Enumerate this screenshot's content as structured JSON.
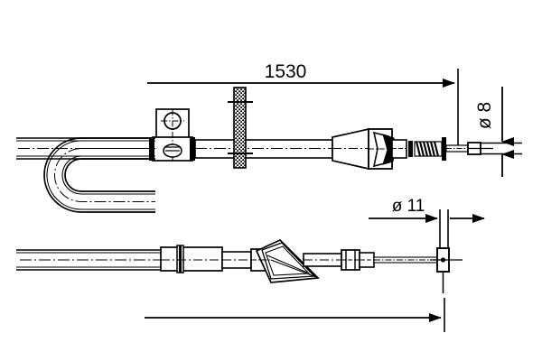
{
  "drawing": {
    "type": "technical-line-drawing",
    "subject": "handbrake-cable-assembly",
    "background_color": "#ffffff",
    "line_color": "#000000",
    "dimensions": {
      "length_label": "1530",
      "diameter_top_label": "ø 8",
      "diameter_bottom_label": "ø 11"
    },
    "views": {
      "top_view_name": "upper-cable-assembly",
      "bottom_view_name": "lower-cable-assembly"
    },
    "components": {
      "bracket": "mounting-bracket-with-eyelet",
      "hatched_plate": "grommet-retainer-plate",
      "cone": "tapered-sleeve",
      "clevis": "fork-end-fitting",
      "spring": "coil-spring-section",
      "end_block": "end-stop-block",
      "wedge": "triangular-lever-bracket",
      "ferrule": "cable-ferrule-sleeve"
    }
  }
}
